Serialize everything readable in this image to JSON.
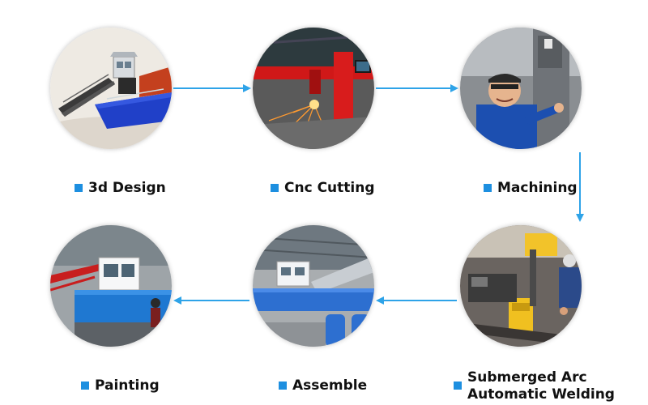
{
  "colors": {
    "arrow": "#2ea3e8",
    "bullet": "#1d8fe0",
    "label_text": "#111111"
  },
  "stages": [
    {
      "label": "3d Design",
      "image": "3d-model-render"
    },
    {
      "label": "Cnc Cutting",
      "image": "cnc-cutting-photo"
    },
    {
      "label": "Machining",
      "image": "machinist-photo"
    },
    {
      "label": [
        "Submerged Arc",
        "Automatic Welding"
      ],
      "image": "welding-photo"
    },
    {
      "label": "Assemble",
      "image": "assembly-photo"
    },
    {
      "label": "Painting",
      "image": "painting-photo"
    }
  ]
}
